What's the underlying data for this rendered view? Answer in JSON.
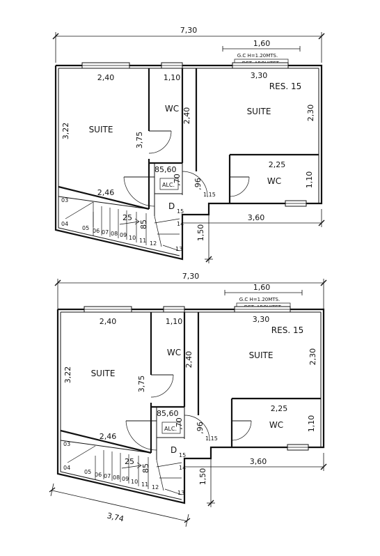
{
  "plans": [
    {
      "dim_total_width": "7,30",
      "dim_partial_top": "1,60",
      "gc_label": "G.C H=1.20MTS.",
      "det_label": "DET. ARQUITET.",
      "res_label": "RES. 15",
      "left_room": {
        "label": "SUITE",
        "dim_top": "2,40",
        "dim_side": "3,22",
        "dim_diag": "2,46",
        "dim_inner": "3,75"
      },
      "wc_top": {
        "label": "WC",
        "dim_top": "1,10",
        "dim_side": "2,40"
      },
      "right_room": {
        "label": "SUITE",
        "dim_top": "3,30",
        "dim_side": "2,30"
      },
      "wc_right": {
        "label": "WC",
        "dim_top": "2,25",
        "dim_side": "1,10"
      },
      "small_labels": {
        "d85": "85",
        "d60": ",60",
        "d70": ",70",
        "d96": ",96",
        "d115": "1,15",
        "alc": "ALC.",
        "d": "D",
        "d25": "25",
        "d85b": "85"
      },
      "dim_right_bottom": "3,60",
      "dim_vert_bottom": "1,50",
      "steps": [
        "03",
        "04",
        "05",
        "06",
        "07",
        "08",
        "09",
        "10",
        "11",
        "12",
        "13",
        "14",
        "15"
      ],
      "dim_diag_bottom": ""
    },
    {
      "dim_total_width": "7,30",
      "dim_partial_top": "1,60",
      "gc_label": "G.C H=1.20MTS.",
      "det_label": "DET. ARQUITET.",
      "res_label": "RES. 15",
      "left_room": {
        "label": "SUITE",
        "dim_top": "2,40",
        "dim_side": "3,22",
        "dim_diag": "2,46",
        "dim_inner": "3,75"
      },
      "wc_top": {
        "label": "WC",
        "dim_top": "1,10",
        "dim_side": "2,40"
      },
      "right_room": {
        "label": "SUITE",
        "dim_top": "3,30",
        "dim_side": "2,30"
      },
      "wc_right": {
        "label": "WC",
        "dim_top": "2,25",
        "dim_side": "1,10"
      },
      "small_labels": {
        "d85": "85",
        "d60": ",60",
        "d70": ",70",
        "d96": ",96",
        "d115": "1,15",
        "alc": "ALC.",
        "d": "D",
        "d25": "25",
        "d85b": "85"
      },
      "dim_right_bottom": "3,60",
      "dim_vert_bottom": "1,50",
      "steps": [
        "03",
        "04",
        "05",
        "06",
        "07",
        "08",
        "09",
        "10",
        "11",
        "12",
        "13",
        "14",
        "15"
      ],
      "dim_diag_bottom": "3,74"
    }
  ]
}
